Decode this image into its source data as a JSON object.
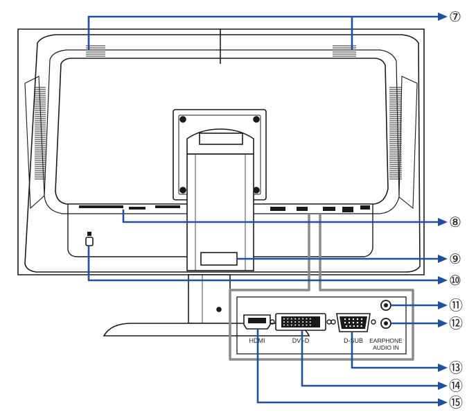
{
  "callouts": [
    "⑦",
    "⑧",
    "⑨",
    "⑩",
    "⑪",
    "⑫",
    "⑬",
    "⑭",
    "⑮"
  ],
  "port_labels": {
    "hdmi": "HDMI",
    "dvi": "DVI-D",
    "dsub": "D-SUB",
    "earphone": "EARPHONE",
    "audio_in": "AUDIO IN"
  },
  "colors": {
    "outline": "#1a1a1a",
    "leader": "#1e4fa0",
    "detail_frame": "#8a8a8a",
    "vent": "#2a2a2a"
  }
}
